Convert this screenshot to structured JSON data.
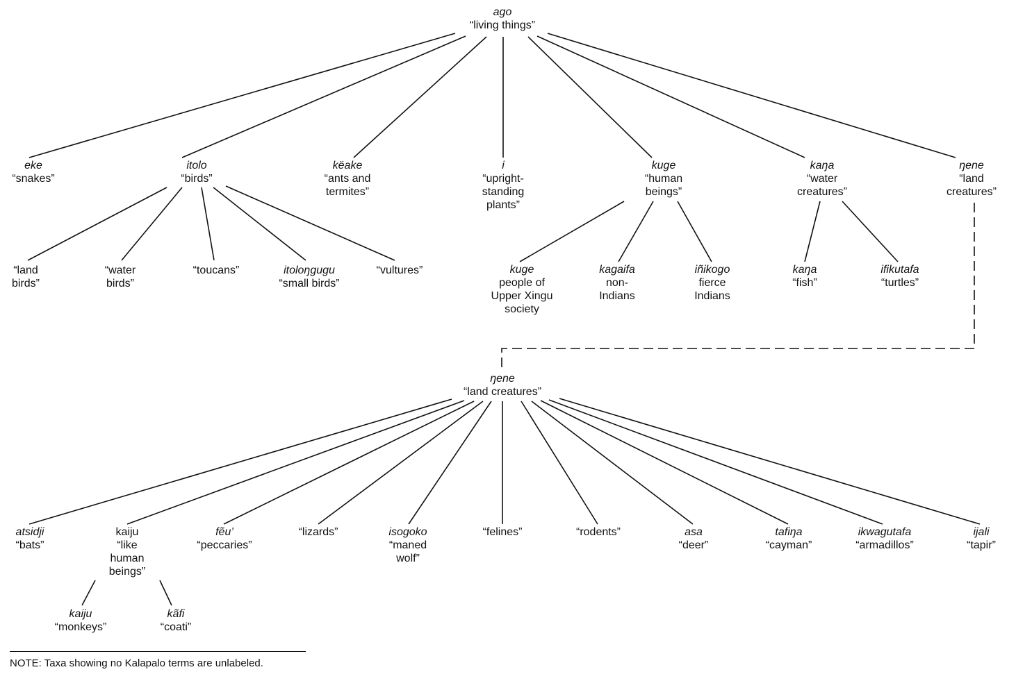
{
  "note": "NOTE:  Taxa showing no Kalapalo terms are unlabeled.",
  "root": {
    "term": "ago",
    "gloss": "“living things”"
  },
  "level1": [
    {
      "id": "eke",
      "term": "eke",
      "gloss": [
        "“snakes”"
      ]
    },
    {
      "id": "itolo",
      "term": "itolo",
      "gloss": [
        "“birds”"
      ]
    },
    {
      "id": "keake",
      "term": "këake",
      "gloss": [
        "“ants and",
        "termites”"
      ]
    },
    {
      "id": "i",
      "term": "i",
      "gloss": [
        "“upright-",
        "standing",
        "plants”"
      ]
    },
    {
      "id": "kuge",
      "term": "kuge",
      "gloss": [
        "“human",
        "beings”"
      ]
    },
    {
      "id": "kana",
      "term": "kaŋa",
      "gloss": [
        "“water",
        "creatures”"
      ]
    },
    {
      "id": "nene",
      "term": "ŋene",
      "gloss": [
        "“land",
        "creatures”"
      ]
    }
  ],
  "birds_children": [
    {
      "id": "land-birds",
      "term": "",
      "gloss": [
        "“land",
        "birds”"
      ]
    },
    {
      "id": "water-birds",
      "term": "",
      "gloss": [
        "“water",
        "birds”"
      ]
    },
    {
      "id": "toucans",
      "term": "",
      "gloss": [
        "“toucans”"
      ]
    },
    {
      "id": "small-birds",
      "term": "itoloŋgugu",
      "gloss": [
        "“small birds”"
      ]
    },
    {
      "id": "vultures",
      "term": "",
      "gloss": [
        "“vultures”"
      ]
    }
  ],
  "human_children": [
    {
      "id": "kuge-people",
      "term": "kuge",
      "gloss": [
        "people of",
        "Upper Xingu",
        "society"
      ]
    },
    {
      "id": "kagaifa",
      "term": "kagaifa",
      "gloss": [
        "non-",
        "Indians"
      ]
    },
    {
      "id": "inikogo",
      "term": "iñikogo",
      "gloss": [
        "fierce",
        "Indians"
      ]
    }
  ],
  "water_children": [
    {
      "id": "fish",
      "term": "kaŋa",
      "gloss": [
        "“fish”"
      ]
    },
    {
      "id": "turtles",
      "term": "ifikutafa",
      "gloss": [
        "“turtles”"
      ]
    }
  ],
  "land_root": {
    "term": "ŋene",
    "gloss": "“land creatures”"
  },
  "land_children": [
    {
      "id": "bats",
      "term": "atsidji",
      "gloss": [
        "“bats”"
      ]
    },
    {
      "id": "kaiju",
      "term": "",
      "gloss": [
        "kaiju",
        "“like",
        "human",
        "beings”"
      ]
    },
    {
      "id": "peccaries",
      "term": "fẽu’",
      "gloss": [
        "“peccaries”"
      ]
    },
    {
      "id": "lizards",
      "term": "",
      "gloss": [
        "“lizards”"
      ]
    },
    {
      "id": "maned-wolf",
      "term": "isogoko",
      "gloss": [
        "“maned",
        "wolf”"
      ]
    },
    {
      "id": "felines",
      "term": "",
      "gloss": [
        "“felines”"
      ]
    },
    {
      "id": "rodents",
      "term": "",
      "gloss": [
        "“rodents”"
      ]
    },
    {
      "id": "deer",
      "term": "asa",
      "gloss": [
        "“deer”"
      ]
    },
    {
      "id": "cayman",
      "term": "tafiŋa",
      "gloss": [
        "“cayman”"
      ]
    },
    {
      "id": "armadillos",
      "term": "ikwagutafa",
      "gloss": [
        "“armadillos”"
      ]
    },
    {
      "id": "tapir",
      "term": "ijali",
      "gloss": [
        "“tapir”"
      ]
    }
  ],
  "kaiju_children": [
    {
      "id": "monkeys",
      "term": "kaiju",
      "gloss": [
        "“monkeys”"
      ]
    },
    {
      "id": "coati",
      "term": "kãfi",
      "gloss": [
        "“coati”"
      ]
    }
  ]
}
